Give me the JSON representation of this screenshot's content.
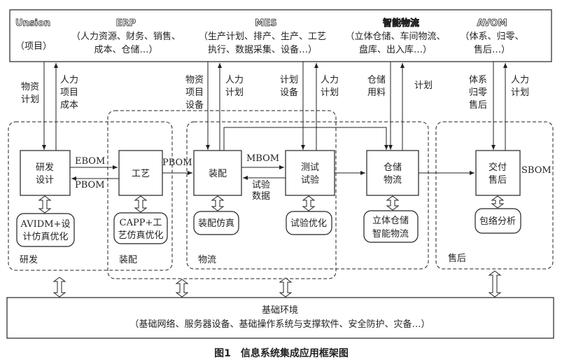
{
  "top_systems": [
    {
      "title": "Unsion",
      "desc": [
        "（项目）"
      ]
    },
    {
      "title": "ERP",
      "desc": [
        "（人力资源、财务、销售、",
        "成本、仓储…）"
      ]
    },
    {
      "title": "MES",
      "desc": [
        "（生产计划、排产、生产、工艺",
        "执行、数据采集、设备…）"
      ]
    },
    {
      "title": "智能物流",
      "desc": [
        "（立体仓储、车间物流、",
        "盘库、出入库…）"
      ]
    },
    {
      "title": "AVOM",
      "desc": [
        "（体系、归零、",
        "售后…）"
      ]
    }
  ],
  "flow_labels": {
    "erp_down": [
      "物资",
      "计划"
    ],
    "erp_up": [
      "人力",
      "项目",
      "成本"
    ],
    "mes_down1": [
      "物资",
      "项目",
      "设备"
    ],
    "mes_up1": [
      "人力",
      "计划"
    ],
    "mes_down2": [
      "计划",
      "设备"
    ],
    "mes_up2": [
      "人力",
      "计划"
    ],
    "wl_down": [
      "仓储",
      "用料"
    ],
    "wl_up": [
      "计划"
    ],
    "avom_down": [
      "体系",
      "归零",
      "售后"
    ],
    "avom_up": [
      "人力",
      "计划"
    ]
  },
  "process_boxes": [
    {
      "label": [
        "研发",
        "设计"
      ]
    },
    {
      "label": [
        "工艺"
      ]
    },
    {
      "label": [
        "装配"
      ]
    },
    {
      "label": [
        "测试",
        "试验"
      ]
    },
    {
      "label": [
        "仓储",
        "物流"
      ]
    },
    {
      "label": [
        "交付",
        "售后"
      ]
    }
  ],
  "tool_boxes": [
    {
      "label": [
        "AVIDM+设",
        "计仿真优化"
      ]
    },
    {
      "label": [
        "CAPP+工",
        "艺仿真优化"
      ]
    },
    {
      "label": [
        "装配仿真"
      ]
    },
    {
      "label": [
        "试验优化"
      ]
    },
    {
      "label": [
        "立体仓储",
        "智能物流"
      ]
    },
    {
      "label": [
        "包络分析"
      ]
    }
  ],
  "edge_labels": {
    "ebom": "EBOM",
    "pbom1": "PBOM",
    "pbom2": "PBOM",
    "mbom": "MBOM",
    "test_data": [
      "试验",
      "数据"
    ],
    "sbom": "SBOM"
  },
  "regions": [
    "研发",
    "装配",
    "物流",
    "售后"
  ],
  "base": {
    "title": "基础环境",
    "desc": "（基础网络、服务器设备、基础操作系统与支撑软件、安全防护、灾备…）"
  },
  "caption": "图1　信息系统集成应用框架图"
}
